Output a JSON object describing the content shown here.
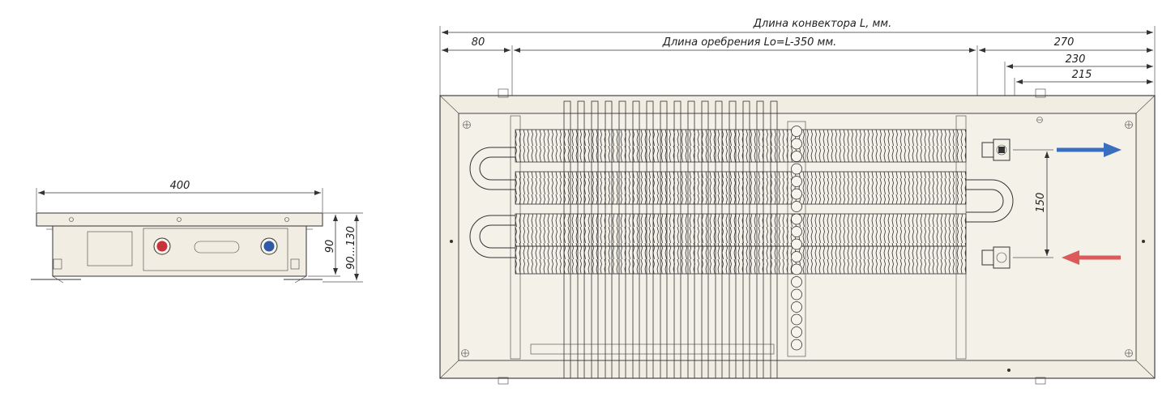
{
  "colors": {
    "panel_fill": "#f1ede2",
    "line": "#333333",
    "hot": "#c8323c",
    "cold": "#2f5aa8",
    "arrow_out": "#3a6fc0",
    "arrow_in": "#dc5a5a"
  },
  "side_view": {
    "width_label": "400",
    "height_label": "90",
    "height_range_label": "90...130"
  },
  "top_view": {
    "total_length_label": "Длина конвектора L, мм.",
    "left_offset_label": "80",
    "fin_length_label": "Длина оребрения Lo=L-350 мм.",
    "right_offset_270": "270",
    "right_offset_230": "230",
    "right_offset_215": "215",
    "pipe_spacing_label": "150"
  },
  "icons": {
    "outlet_arrow": "arrow-right-icon",
    "inlet_arrow": "arrow-left-icon",
    "hot_connector": "hot-water-connector-icon",
    "cold_connector": "cold-water-connector-icon"
  }
}
